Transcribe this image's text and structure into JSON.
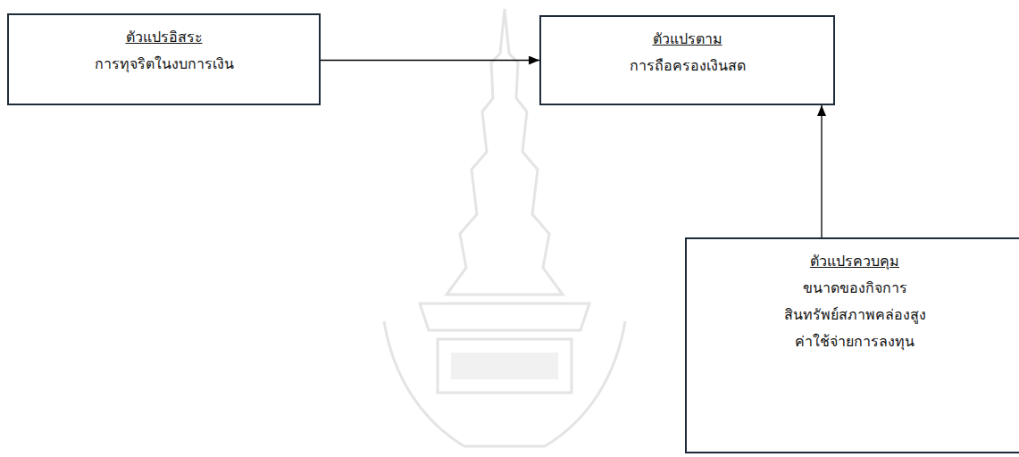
{
  "diagram": {
    "nodes": [
      {
        "text": [
          "ตัวแปรอิสระ",
          "การทุจริตในงบการเงิน"
        ]
      },
      {
        "text": [
          "ตัวแปรตาม",
          "การถือครองเงินสด"
        ]
      },
      {
        "text": [
          "ตัวแปรควบคุม",
          "ขนาดของกิจการ",
          "สินทรัพย์สภาพคล่องสูง",
          "ค่าใช้จ่ายการลงทุน"
        ]
      }
    ],
    "edges": [
      {
        "from": 0,
        "to": 1,
        "arrow": "to"
      },
      {
        "from": 2,
        "to": 1,
        "arrow": "to"
      }
    ]
  }
}
